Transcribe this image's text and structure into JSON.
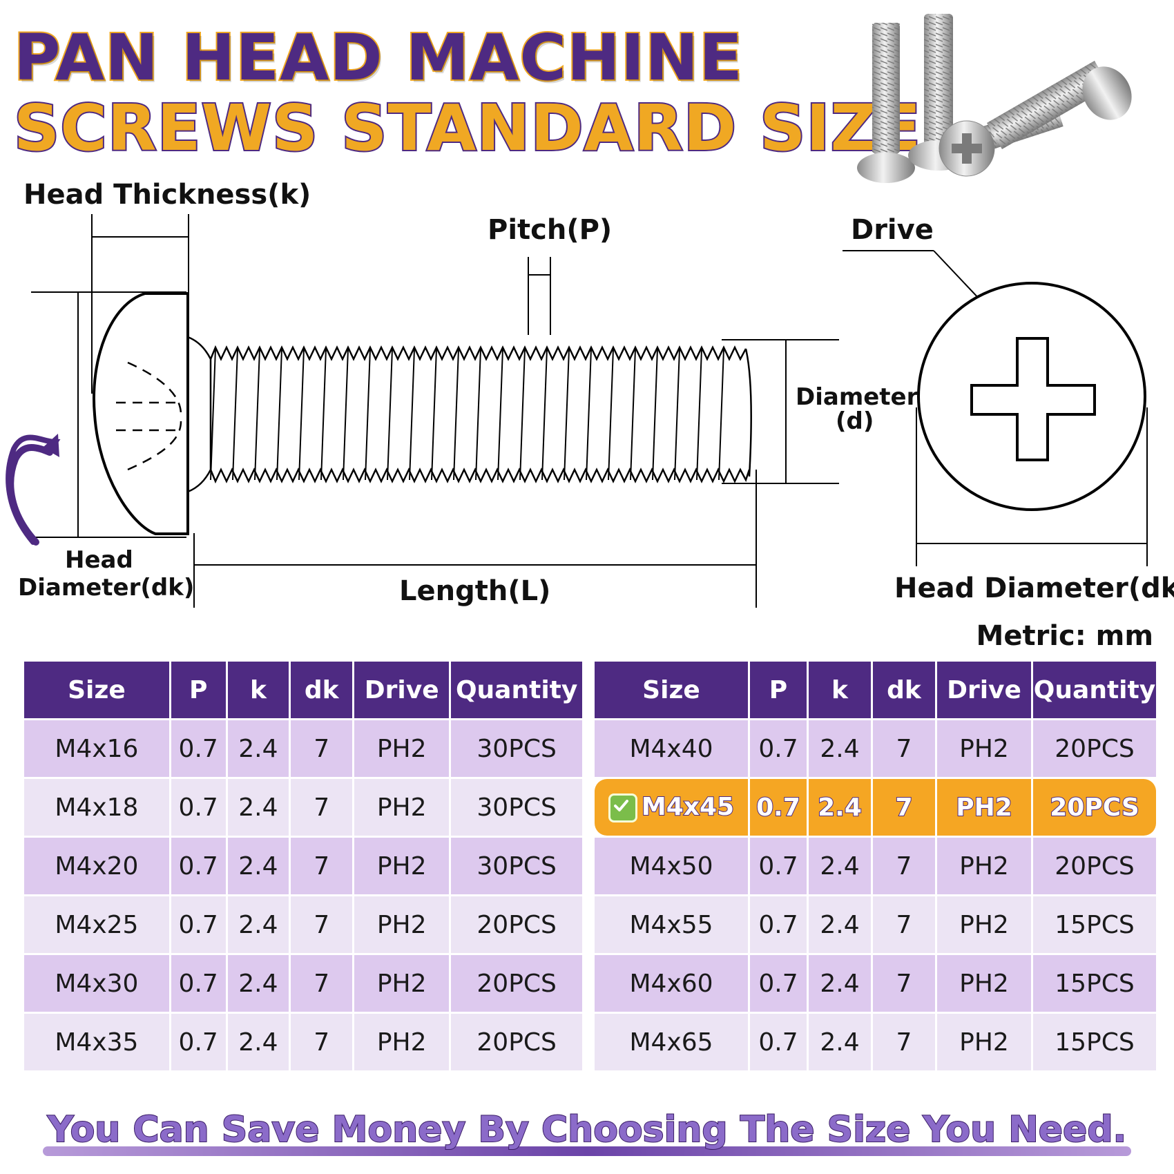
{
  "title": {
    "line1": "PAN HEAD MACHINE",
    "line2": "SCREWS STANDARD SIZE"
  },
  "diagram": {
    "head_thickness": "Head Thickness(k)",
    "pitch": "Pitch(P)",
    "drive": "Drive",
    "diameter_line1": "Diameter",
    "diameter_line2": "(d)",
    "head_dia_left_line1": "Head",
    "head_dia_left_line2": "Diameter(dk)",
    "length": "Length(L)",
    "head_dia_right": "Head Diameter(dk)"
  },
  "unit": "Metric: mm",
  "table": {
    "headers": [
      "Size",
      "P",
      "k",
      "dk",
      "Drive",
      "Quantity"
    ],
    "left_rows": [
      [
        "M4x16",
        "0.7",
        "2.4",
        "7",
        "PH2",
        "30PCS"
      ],
      [
        "M4x18",
        "0.7",
        "2.4",
        "7",
        "PH2",
        "30PCS"
      ],
      [
        "M4x20",
        "0.7",
        "2.4",
        "7",
        "PH2",
        "30PCS"
      ],
      [
        "M4x25",
        "0.7",
        "2.4",
        "7",
        "PH2",
        "20PCS"
      ],
      [
        "M4x30",
        "0.7",
        "2.4",
        "7",
        "PH2",
        "20PCS"
      ],
      [
        "M4x35",
        "0.7",
        "2.4",
        "7",
        "PH2",
        "20PCS"
      ]
    ],
    "right_rows": [
      [
        "M4x40",
        "0.7",
        "2.4",
        "7",
        "PH2",
        "20PCS"
      ],
      [
        "M4x45",
        "0.7",
        "2.4",
        "7",
        "PH2",
        "20PCS"
      ],
      [
        "M4x50",
        "0.7",
        "2.4",
        "7",
        "PH2",
        "20PCS"
      ],
      [
        "M4x55",
        "0.7",
        "2.4",
        "7",
        "PH2",
        "15PCS"
      ],
      [
        "M4x60",
        "0.7",
        "2.4",
        "7",
        "PH2",
        "15PCS"
      ],
      [
        "M4x65",
        "0.7",
        "2.4",
        "7",
        "PH2",
        "15PCS"
      ]
    ],
    "highlighted_size": "M4x45"
  },
  "slogan": "You Can Save Money By Choosing The Size You Need.",
  "colors": {
    "purple": "#4e2a82",
    "orange": "#f0a823",
    "row_dark": "#ddc9ee",
    "row_light": "#ece4f4",
    "highlight": "#f5a623"
  },
  "icons": [
    "check-icon",
    "curved-arrow-icon",
    "phillips-drive-icon"
  ]
}
